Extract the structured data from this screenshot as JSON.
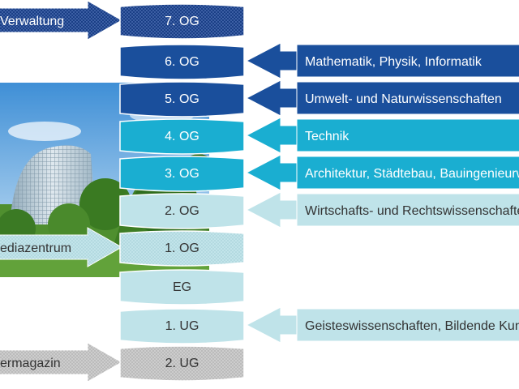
{
  "colors": {
    "dark_blue": "#1a4f9c",
    "mid_blue": "#1f5fae",
    "cyan": "#1aaed1",
    "light_cyan": "#bfe3e9",
    "light_cyan_dotted": "#bfe3e9",
    "grey_dotted": "#c8c8c8"
  },
  "floors": [
    {
      "id": "og7",
      "label": "7. OG",
      "style": "dark-dotted"
    },
    {
      "id": "og6",
      "label": "6. OG",
      "style": "dark"
    },
    {
      "id": "og5",
      "label": "5. OG",
      "style": "dark"
    },
    {
      "id": "og4",
      "label": "4. OG",
      "style": "cyan"
    },
    {
      "id": "og3",
      "label": "3. OG",
      "style": "cyan"
    },
    {
      "id": "og2",
      "label": "2. OG",
      "style": "light"
    },
    {
      "id": "og1",
      "label": "1. OG",
      "style": "light-dotted"
    },
    {
      "id": "eg",
      "label": "EG",
      "style": "light"
    },
    {
      "id": "ug1",
      "label": "1. UG",
      "style": "light"
    },
    {
      "id": "ug2",
      "label": "2. UG",
      "style": "grey-dotted"
    }
  ],
  "left_arrows": [
    {
      "floor": "og7",
      "label": "Verwaltung",
      "style": "dark-dotted"
    },
    {
      "floor": "og1",
      "label": "ediazentrum",
      "style": "light-dotted"
    },
    {
      "floor": "ug2",
      "label": "ermagazin",
      "style": "grey-dotted"
    }
  ],
  "right_arrows": [
    {
      "floor": "og6",
      "label": "Mathematik, Physik, Informatik",
      "style": "dark"
    },
    {
      "floor": "og5",
      "label": "Umwelt- und Naturwissenschaften",
      "style": "dark"
    },
    {
      "floor": "og4",
      "label": "Technik",
      "style": "cyan"
    },
    {
      "floor": "og3",
      "label": "Architektur, Städtebau, Bauingenieurwesen",
      "style": "cyan"
    },
    {
      "floor": "og2",
      "label": "Wirtschafts- und Rechtswissenschaften",
      "style": "light"
    },
    {
      "floor": "ug1",
      "label": "Geisteswissenschaften, Bildende Kunst",
      "style": "light"
    }
  ]
}
